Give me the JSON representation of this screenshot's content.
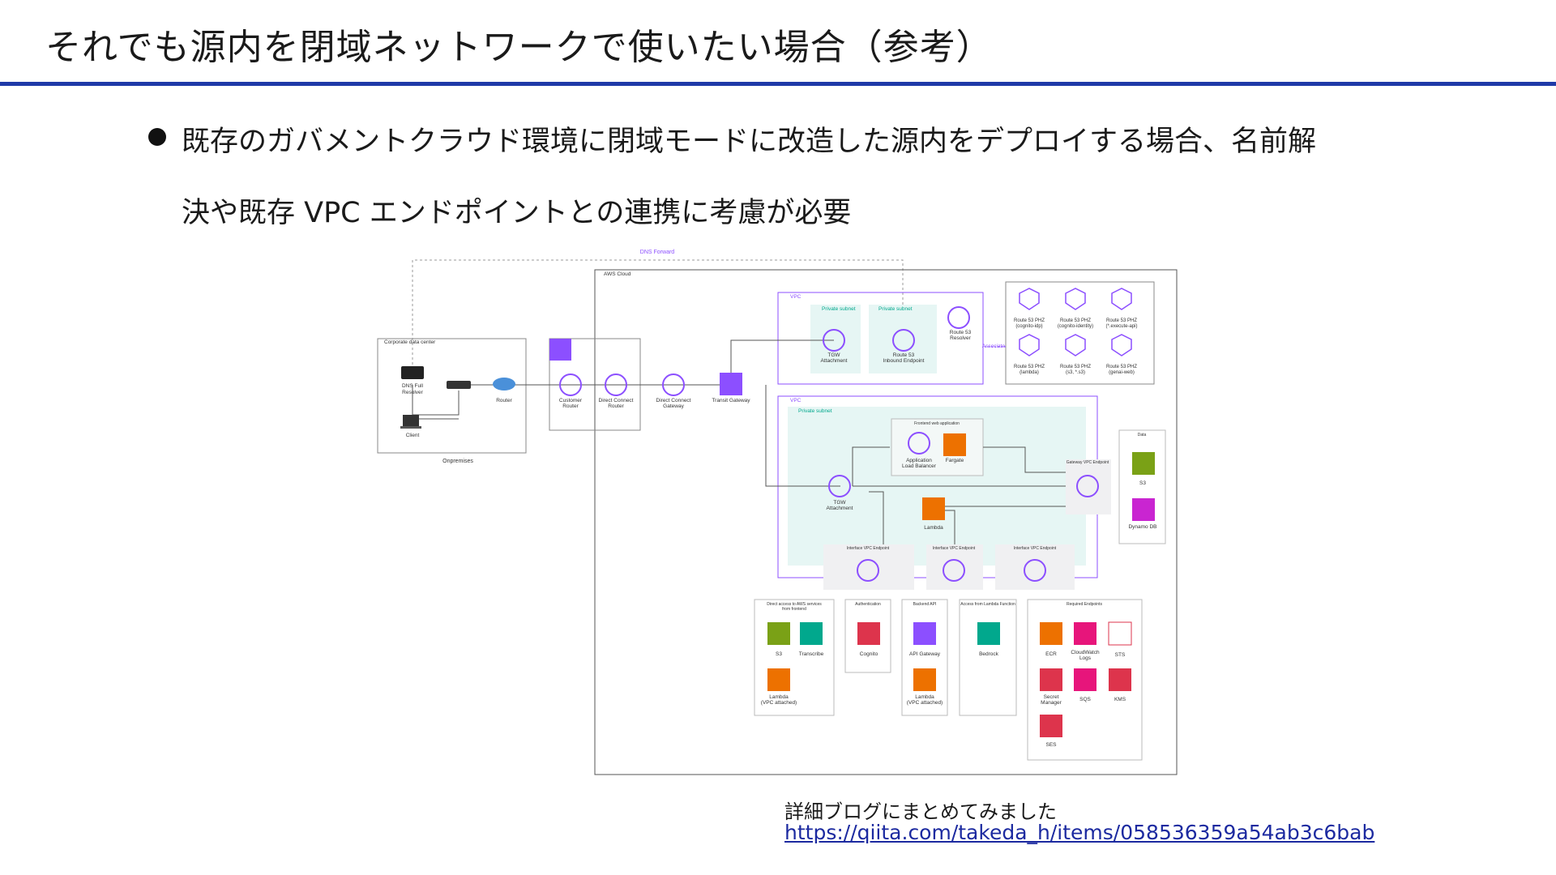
{
  "slide": {
    "title": "それでも源内を閉域ネットワークで使いたい場合（参考）",
    "bullet_line1": "既存のガバメントクラウド環境に閉域モードに改造した源内をデプロイする場合、名前解",
    "bullet_line2": "決や既存 VPC エンドポイントとの連携に考慮が必要",
    "caption": "詳細ブログにまとめてみました",
    "url": "https://qiita.com/takeda_h/items/058536359a54ab3c6bab"
  },
  "colors": {
    "rule": "#1f3aa8",
    "aws_purple": "#8c4fff",
    "aws_green": "#7aa116",
    "aws_orange": "#ed7100",
    "aws_pink": "#e7157b",
    "aws_red": "#dd344c",
    "aws_teal": "#01a88d",
    "subnet_fill": "#e6f6f4",
    "link": "#1c2aa0"
  },
  "diagram": {
    "dns_forward": "DNS Forward",
    "aws_cloud": "AWS Cloud",
    "corporate_dc": "Corporate data center",
    "onpremises": "Onpremises",
    "dns_full_resolver": [
      "DNS Full",
      "Resolver"
    ],
    "client": "Client",
    "router": "Router",
    "customer_router": [
      "Customer",
      "Router"
    ],
    "dc_router": [
      "Direct Connect",
      "Router"
    ],
    "dc_gateway": [
      "Direct Connect",
      "Gateway"
    ],
    "transit_gateway": "Transit Gateway",
    "vpc": "VPC",
    "private_subnet": "Private subnet",
    "tgw_attachment": [
      "TGW",
      "Attachment"
    ],
    "r53_inbound": [
      "Route 53",
      "Inbound Endpoint"
    ],
    "r53_resolver": [
      "Route 53",
      "Resolver"
    ],
    "associate": "Associate",
    "phz": [
      [
        "Route 53 PHZ",
        "(cognito-idp)"
      ],
      [
        "Route 53 PHZ",
        "(cognito-identity)"
      ],
      [
        "Route 53 PHZ",
        "(*.execute-api)"
      ],
      [
        "Route 53 PHZ",
        "(lambda)"
      ],
      [
        "Route 53 PHZ",
        "(s3, *.s3)"
      ],
      [
        "Route 53 PHZ",
        "(genai-web)"
      ]
    ],
    "frontend_app": "Frontend web application",
    "alb": [
      "Application",
      "Load Balancer"
    ],
    "fargate": "Fargate",
    "lambda": "Lambda",
    "gateway_vpce": "Gateway VPC Endpoint",
    "interface_vpce": "Interface VPC Endpoint",
    "data": "Data",
    "s3": "S3",
    "dynamodb": "Dynamo DB",
    "grp_direct": [
      "Direct access to AWS services",
      "from frontend"
    ],
    "transcribe": "Transcribe",
    "lambda_vpc": [
      "Lambda",
      "(VPC attached)"
    ],
    "grp_auth": "Authentication",
    "cognito": "Cognito",
    "grp_backend": "Backend API",
    "api_gateway": "API Gateway",
    "grp_lambda_access": "Access from Lambda Function",
    "bedrock": "Bedrock",
    "grp_required": "Required Endpoints",
    "ecr": "ECR",
    "cloudwatch_logs": [
      "CloudWatch",
      "Logs"
    ],
    "sts": "STS",
    "secrets_manager": [
      "Secret",
      "Manager"
    ],
    "sqs": "SQS",
    "kms": "KMS",
    "ses": "SES"
  }
}
